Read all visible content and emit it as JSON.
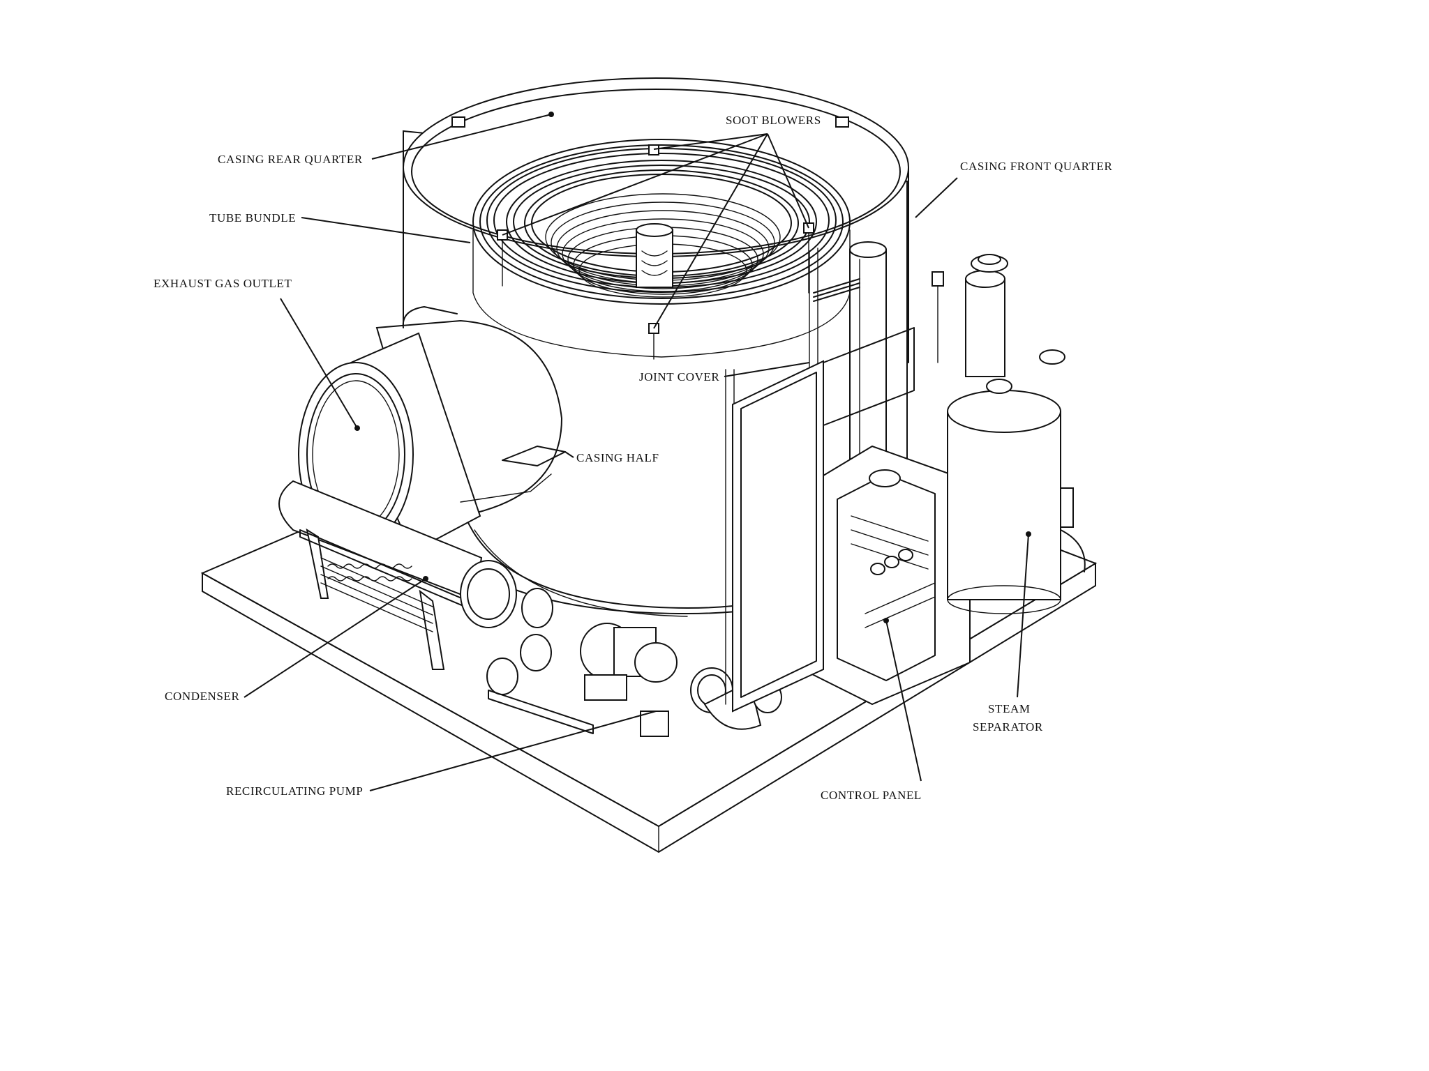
{
  "labels": {
    "soot_blowers": "SOOT BLOWERS",
    "casing_rear_quarter": "CASING REAR QUARTER",
    "casing_front_quarter": "CASING FRONT QUARTER",
    "tube_bundle": "TUBE BUNDLE",
    "exhaust_gas_outlet": "EXHAUST GAS OUTLET",
    "joint_cover": "JOINT COVER",
    "casing_half": "CASING HALF",
    "condenser": "CONDENSER",
    "steam_separator_line1": "STEAM",
    "steam_separator_line2": "SEPARATOR",
    "recirculating_pump": "RECIRCULATING PUMP",
    "control_panel": "CONTROL PANEL"
  },
  "colors": {
    "line": "#111111",
    "background": "#ffffff"
  }
}
